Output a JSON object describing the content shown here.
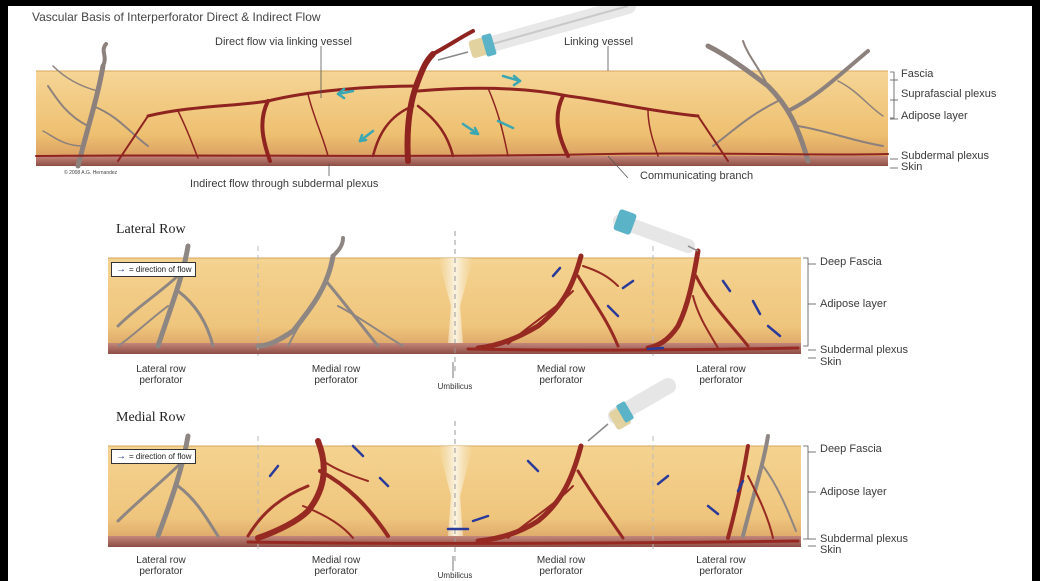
{
  "top": {
    "title": "Vascular Basis of Interperforator Direct & Indirect Flow",
    "label_direct_flow": "Direct flow via linking vessel",
    "label_linking_vessel": "Linking vessel",
    "label_indirect_flow": "Indirect flow through subdermal plexus",
    "label_communicating_branch": "Communicating branch",
    "copyright": "© 2008 A.G. Hernandez",
    "side_labels": [
      "Fascia",
      "Suprafascial plexus",
      "Adipose layer",
      "Subdermal plexus",
      "Skin"
    ]
  },
  "lateral_row": {
    "title": "Lateral Row",
    "legend": "= direction of flow",
    "side_labels": [
      "Deep Fascia",
      "Adipose layer",
      "Subdermal plexus",
      "Skin"
    ],
    "captions": [
      {
        "line1": "Lateral row",
        "line2": "perforator"
      },
      {
        "line1": "Medial row",
        "line2": "perforator"
      },
      {
        "line1": "Medial row",
        "line2": "perforator"
      },
      {
        "line1": "Lateral row",
        "line2": "perforator"
      }
    ],
    "umbilicus": "Umbilicus"
  },
  "medial_row": {
    "title": "Medial Row",
    "legend": "= direction of flow",
    "side_labels": [
      "Deep Fascia",
      "Adipose layer",
      "Subdermal plexus",
      "Skin"
    ],
    "captions": [
      {
        "line1": "Lateral row",
        "line2": "perforator"
      },
      {
        "line1": "Medial row",
        "line2": "perforator"
      },
      {
        "line1": "Medial row",
        "line2": "perforator"
      },
      {
        "line1": "Lateral row",
        "line2": "perforator"
      }
    ],
    "umbilicus": "Umbilicus"
  },
  "colors": {
    "fat": "#f0c77a",
    "fat_light": "#f6dba4",
    "vessel_red": "#8e2320",
    "vessel_grey": "#8a7f7a",
    "arrow_teal": "#3aa7b3",
    "arrow_blue": "#2a3a9a",
    "skin": "#b7756a"
  }
}
